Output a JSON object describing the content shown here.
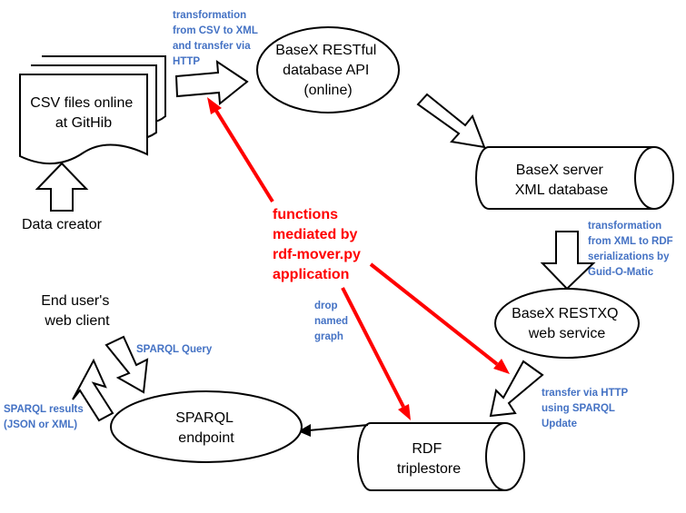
{
  "nodes": {
    "csv_files": [
      "CSV files online",
      "at GitHib"
    ],
    "data_creator": "Data creator",
    "basex_api": [
      "BaseX RESTful",
      "database API",
      "(online)"
    ],
    "basex_server": [
      "BaseX server",
      "XML database"
    ],
    "basex_restxq": [
      "BaseX RESTXQ",
      "web service"
    ],
    "rdf_triplestore": [
      "RDF",
      "triplestore"
    ],
    "sparql_endpoint": [
      "SPARQL",
      "endpoint"
    ],
    "end_user": [
      "End user's",
      "web client"
    ]
  },
  "notes": {
    "csv_to_xml": [
      "transformation",
      "from CSV to XML",
      "and transfer via",
      "HTTP"
    ],
    "xml_to_rdf": [
      "transformation",
      "from XML to RDF",
      "serializations by",
      "Guid-O-Matic"
    ],
    "transfer_http": [
      "transfer via HTTP",
      "using SPARQL",
      "Update"
    ],
    "drop_graph": [
      "drop",
      "named",
      "graph"
    ],
    "sparql_query": "SPARQL Query",
    "sparql_results": [
      "SPARQL results",
      "(JSON or XML)"
    ]
  },
  "center_label": [
    "functions",
    "mediated by",
    "rdf-mover.py",
    "application"
  ],
  "colors": {
    "note": "#4472c4",
    "mediator": "#ff0000",
    "outline": "#000000"
  }
}
